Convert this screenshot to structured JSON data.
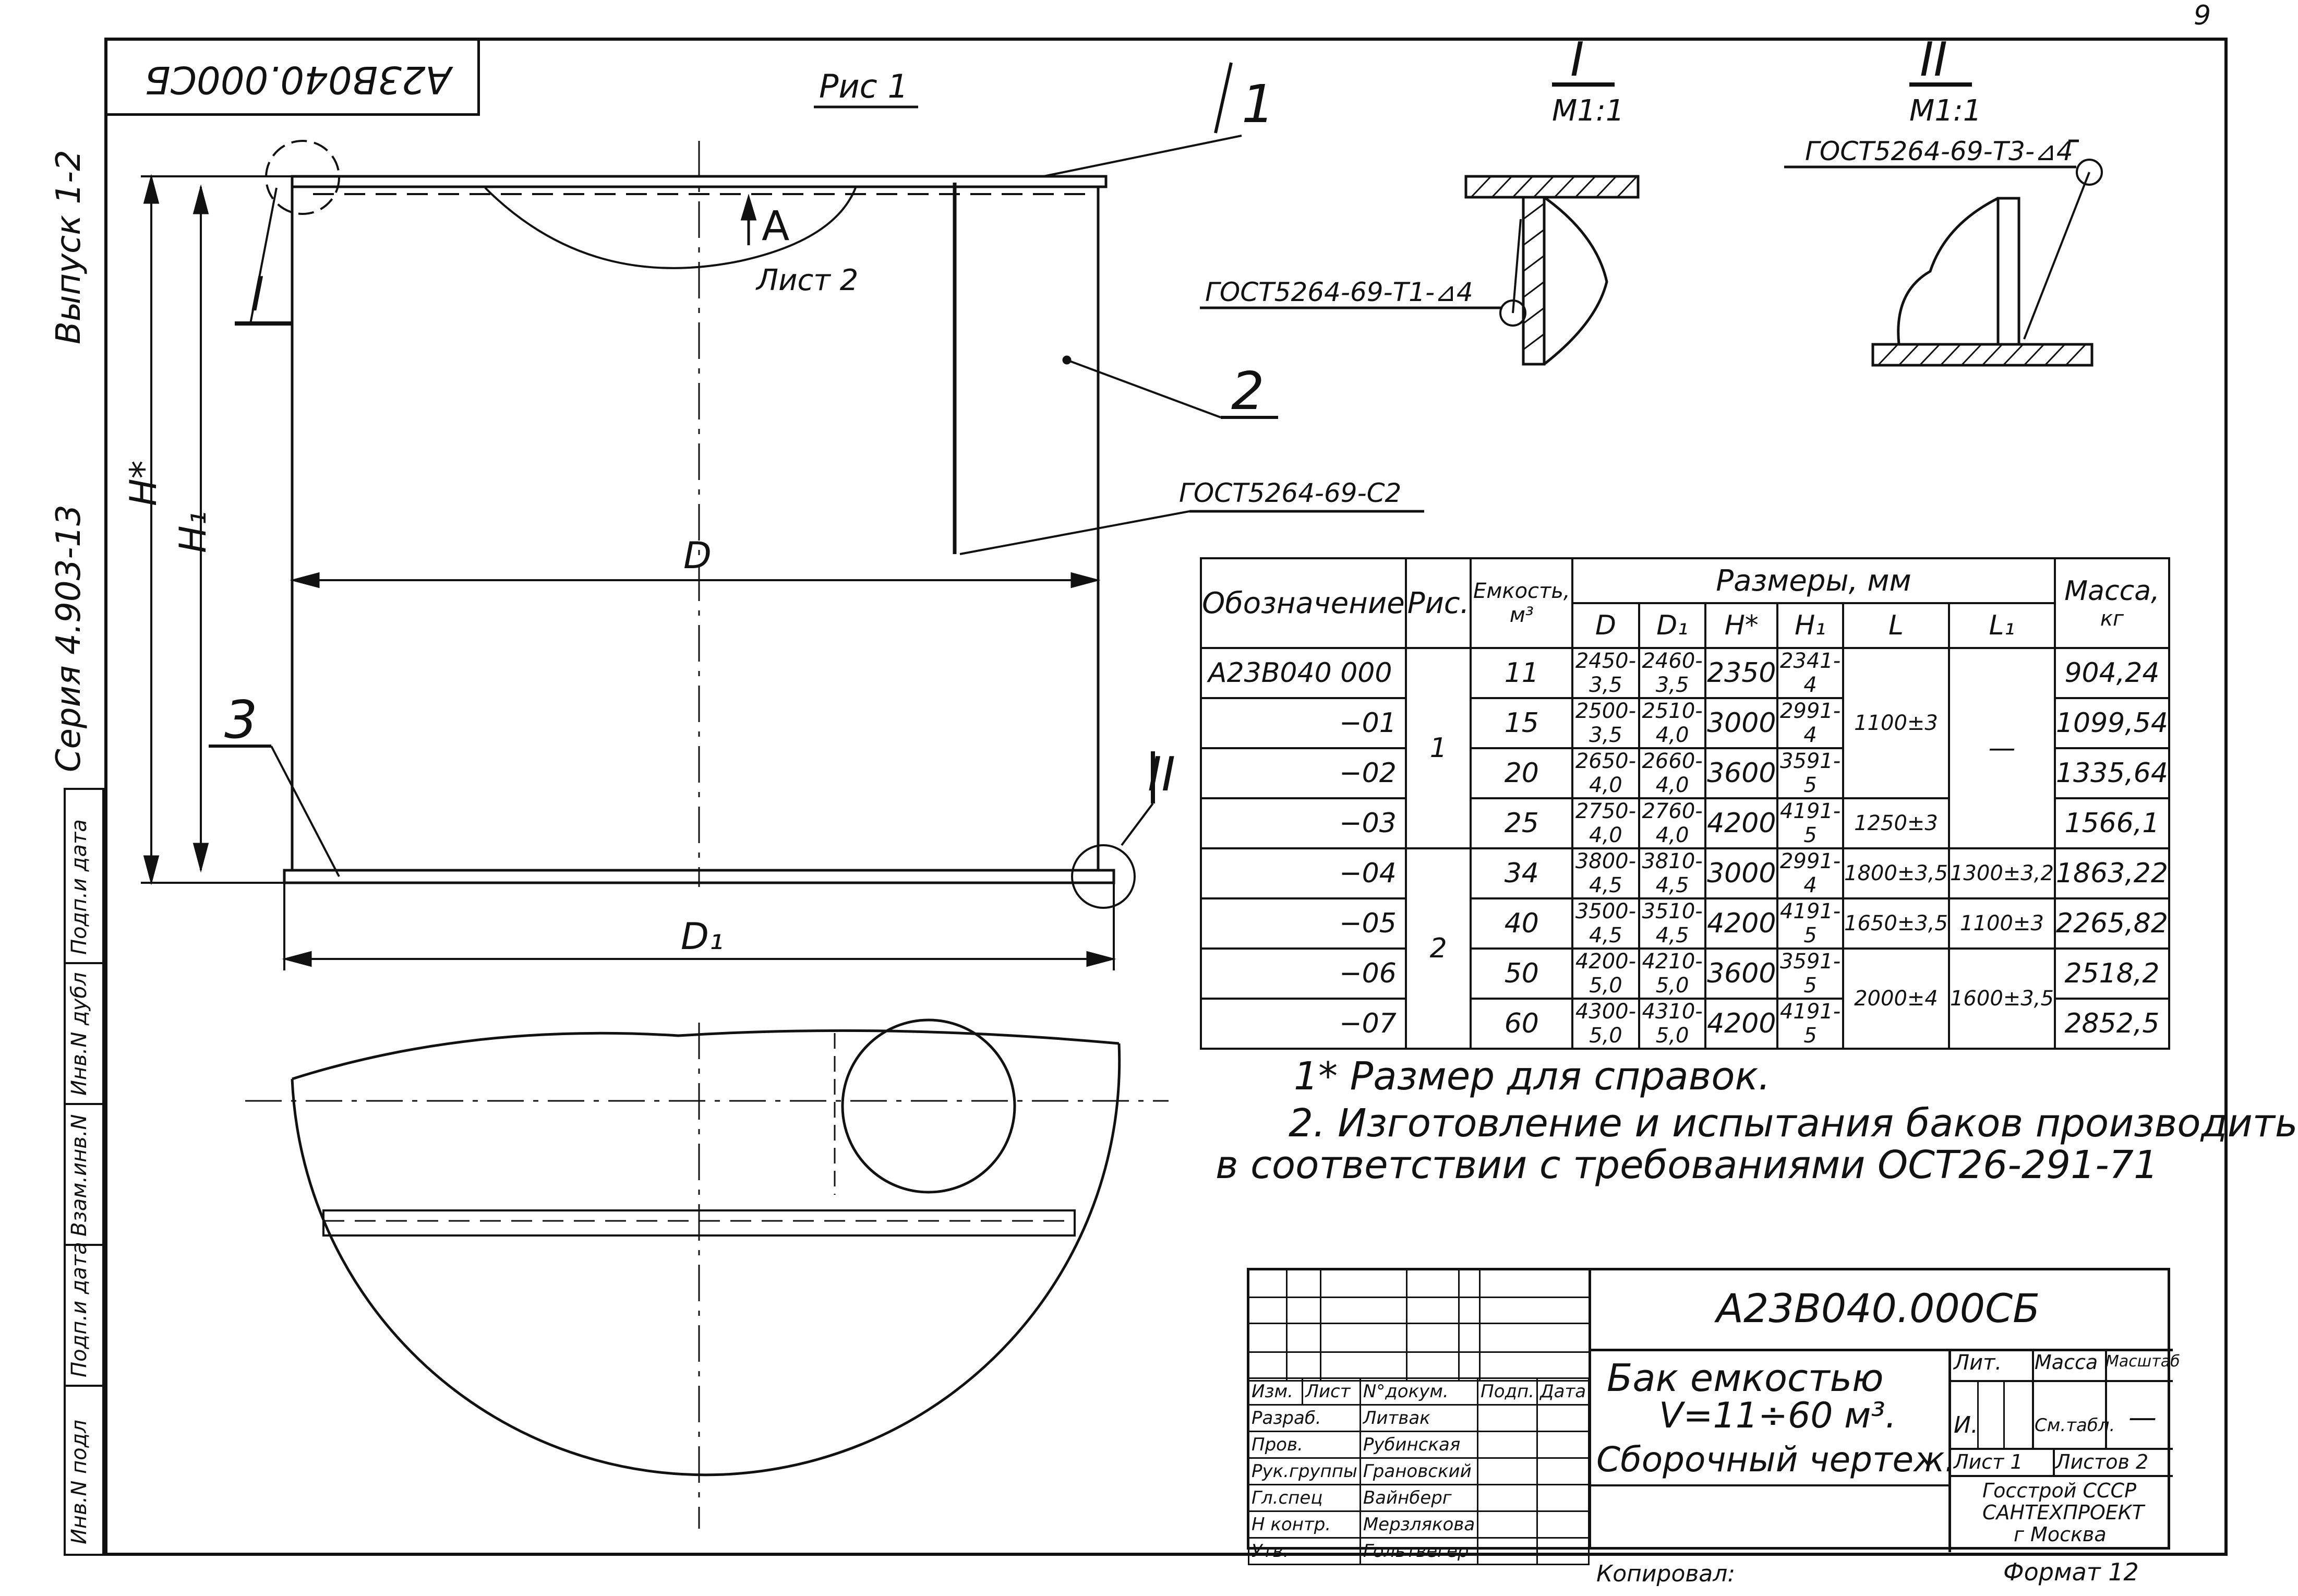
{
  "sheet_number": "9",
  "doc_code_mirrored": "А23В040.000СБ",
  "side_labels": {
    "issue": "Выпуск 1-2",
    "series": "Серия 4.903-13"
  },
  "margin_cells": [
    "Подп.и дата",
    "Инв.N дубл",
    "Взам.инв.N",
    "Подп.и дата",
    "Инв.N подл"
  ],
  "figure_label": "Рис 1",
  "view_labels": {
    "detail_1_roman": "I",
    "detail_1_scale": "М1:1",
    "detail_2_roman": "II",
    "detail_2_scale": "М1:1",
    "section_a": "А",
    "sheet_ref": "Лист 2"
  },
  "callouts": {
    "pos1": "1",
    "pos2": "2",
    "pos3": "3",
    "roman1": "I",
    "roman2": "II"
  },
  "weld_labels": {
    "weld_t1": "ГОСТ5264-69-Т1-⊿4",
    "weld_t3": "ГОСТ5264-69-Т3-⊿4",
    "weld_c2": "ГОСТ5264-69-С2"
  },
  "dimension_labels": {
    "h_star": "H*",
    "h1": "H₁",
    "d": "D",
    "d1": "D₁"
  },
  "spec_table": {
    "headers": {
      "designation": "Обозначение",
      "fig": "Рис.",
      "capacity": "Емкость,",
      "capacity_unit": "м³",
      "sizes": "Размеры, мм",
      "mass": "Масса,",
      "mass_unit": "кг",
      "col_d": "D",
      "col_d1": "D₁",
      "col_h": "H*",
      "col_h1": "H₁",
      "col_l": "L",
      "col_l1": "L₁"
    },
    "rows": [
      {
        "designation": "А23В040 000",
        "capacity": "11",
        "d": "2450-3,5",
        "d1": "2460-3,5",
        "h": "2350",
        "h1": "2341-4",
        "mass": "904,24"
      },
      {
        "designation": "−01",
        "capacity": "15",
        "d": "2500-3,5",
        "d1": "2510-4,0",
        "h": "3000",
        "h1": "2991-4",
        "mass": "1099,54"
      },
      {
        "designation": "−02",
        "capacity": "20",
        "d": "2650-4,0",
        "d1": "2660-4,0",
        "h": "3600",
        "h1": "3591-5",
        "mass": "1335,64"
      },
      {
        "designation": "−03",
        "capacity": "25",
        "d": "2750-4,0",
        "d1": "2760-4,0",
        "h": "4200",
        "h1": "4191-5",
        "mass": "1566,1"
      },
      {
        "designation": "−04",
        "capacity": "34",
        "d": "3800-4,5",
        "d1": "3810-4,5",
        "h": "3000",
        "h1": "2991-4",
        "mass": "1863,22"
      },
      {
        "designation": "−05",
        "capacity": "40",
        "d": "3500-4,5",
        "d1": "3510-4,5",
        "h": "4200",
        "h1": "4191-5",
        "mass": "2265,82"
      },
      {
        "designation": "−06",
        "capacity": "50",
        "d": "4200-5,0",
        "d1": "4210-5,0",
        "h": "3600",
        "h1": "3591-5",
        "mass": "2518,2"
      },
      {
        "designation": "−07",
        "capacity": "60",
        "d": "4300-5,0",
        "d1": "4310-5,0",
        "h": "4200",
        "h1": "4191-5",
        "mass": "2852,5"
      }
    ],
    "fig_values": [
      "1",
      "2"
    ],
    "l_values": [
      "1100±3",
      "1250±3",
      "1800±3,5",
      "1650±3,5",
      "2000±4"
    ],
    "l1_values": [
      "—",
      "1300±3,2",
      "1100±3",
      "1600±3,5"
    ]
  },
  "notes": [
    "1* Размер для справок.",
    "2. Изготовление и испытания баков производить",
    "в соответствии с требованиями ОСТ26-291-71"
  ],
  "title_block": {
    "doc_code": "А23В040.000СБ",
    "title_line1": "Бак емкостью",
    "title_line2": "V=11÷60 м³.",
    "title_line3": "Сборочный чертеж.",
    "lit_label": "Лит.",
    "mass_label": "Масса",
    "scale_label": "Масштаб",
    "lit_value": "И.",
    "mass_value": "См.табл.",
    "scale_value": "—",
    "sheet_label": "Лист 1",
    "sheets_label": "Листов 2",
    "org_line1": "Госстрой СССР",
    "org_line2": "САНТЕХПРОЕКТ",
    "org_line3": "г Москва",
    "format": "Формат 12",
    "copied": "Копировал:",
    "header_cols": [
      "Изм.",
      "Лист",
      "N°докум.",
      "Подп.",
      "Дата"
    ],
    "roles": [
      {
        "role": "Разраб.",
        "name": "Литвак"
      },
      {
        "role": "Пров.",
        "name": "Рубинская"
      },
      {
        "role": "Рук.группы",
        "name": "Грановский"
      },
      {
        "role": "Гл.спец",
        "name": "Вайнберг"
      },
      {
        "role": "Н контр.",
        "name": "Мерзлякова"
      },
      {
        "role": "Утв.",
        "name": "Гольтвегер"
      }
    ]
  }
}
